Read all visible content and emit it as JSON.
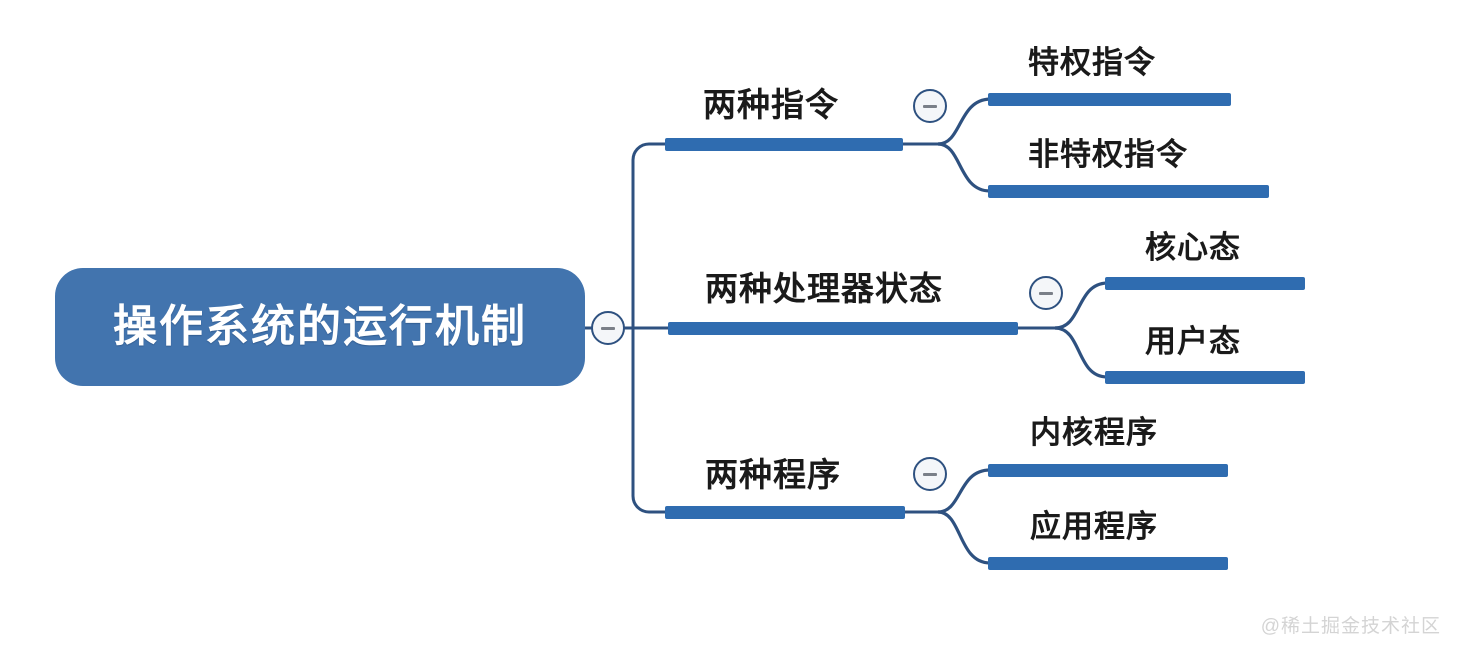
{
  "diagram": {
    "title": "操作系统的运行机制",
    "type": "mind-map",
    "colors": {
      "node_fill": "#4274ae",
      "bar": "#2f6cb0",
      "connector": "#2e5180",
      "root_text": "#ffffff",
      "node_text": "#1a1a1a",
      "background": "#ffffff",
      "watermark": "#d4d4d4"
    },
    "root": {
      "label": "操作系统的运行机制",
      "toggle": "collapse-minus"
    },
    "branches": [
      {
        "label": "两种指令",
        "toggle": "collapse-minus",
        "children": [
          {
            "label": "特权指令"
          },
          {
            "label": "非特权指令"
          }
        ]
      },
      {
        "label": "两种处理器状态",
        "toggle": "collapse-minus",
        "children": [
          {
            "label": "核心态"
          },
          {
            "label": "用户态"
          }
        ]
      },
      {
        "label": "两种程序",
        "toggle": "collapse-minus",
        "children": [
          {
            "label": "内核程序"
          },
          {
            "label": "应用程序"
          }
        ]
      }
    ]
  },
  "watermark": "@稀土掘金技术社区"
}
